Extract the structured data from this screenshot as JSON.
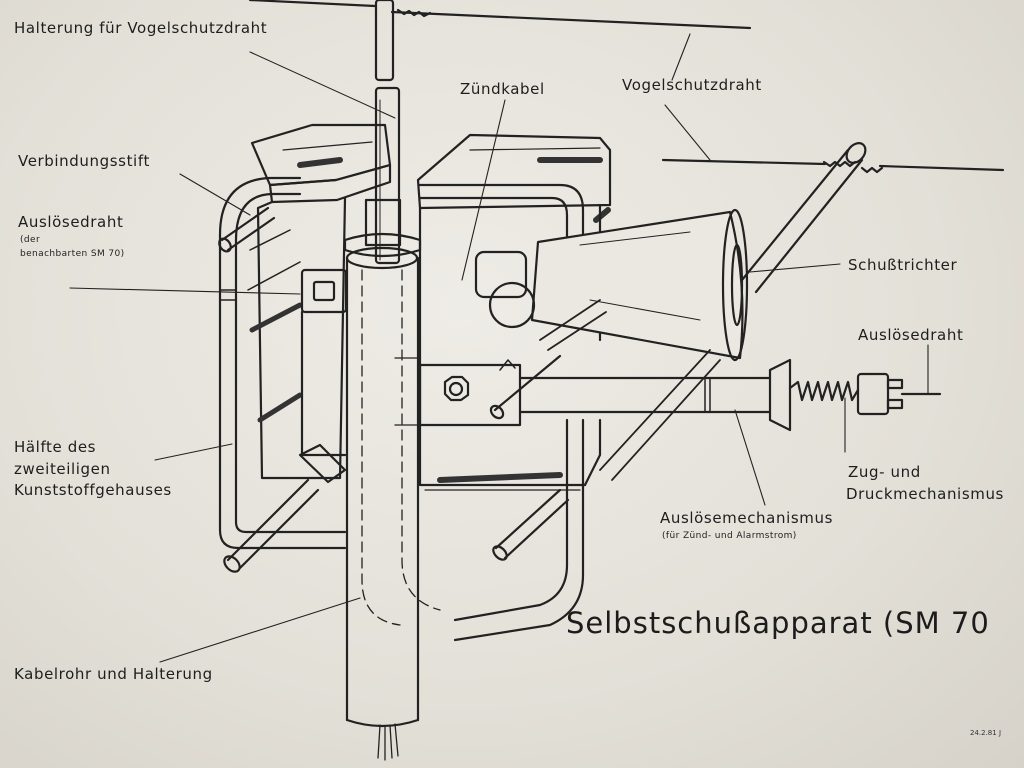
{
  "title": "Selbstschußapparat (SM 70",
  "date_stamp": "24.2.81  J",
  "labels": {
    "halterung_vogelschutzdraht": "Halterung für Vogelschutzdraht",
    "zuendkabel": "Zündkabel",
    "vogelschutzdraht": "Vogelschutzdraht",
    "verbindungsstift": "Verbindungsstift",
    "ausloesedraht_left": "Auslösedraht",
    "ausloesedraht_left_note_1": "(der",
    "ausloesedraht_left_note_2": "benachbarten SM 70)",
    "schusstrichter": "Schußtrichter",
    "ausloesedraht_right": "Auslösedraht",
    "haelfte_1": "Hälfte des",
    "haelfte_2": "zweiteiligen",
    "haelfte_3": "Kunststoffgehauses",
    "zug_1": "Zug-  und",
    "zug_2": "Druckmechanismus",
    "ausloesemechanismus": "Auslösemechanismus",
    "ausloesemechanismus_note": "(für Zünd- und Alarmstrom)",
    "kabelrohr": "Kabelrohr und Halterung"
  }
}
